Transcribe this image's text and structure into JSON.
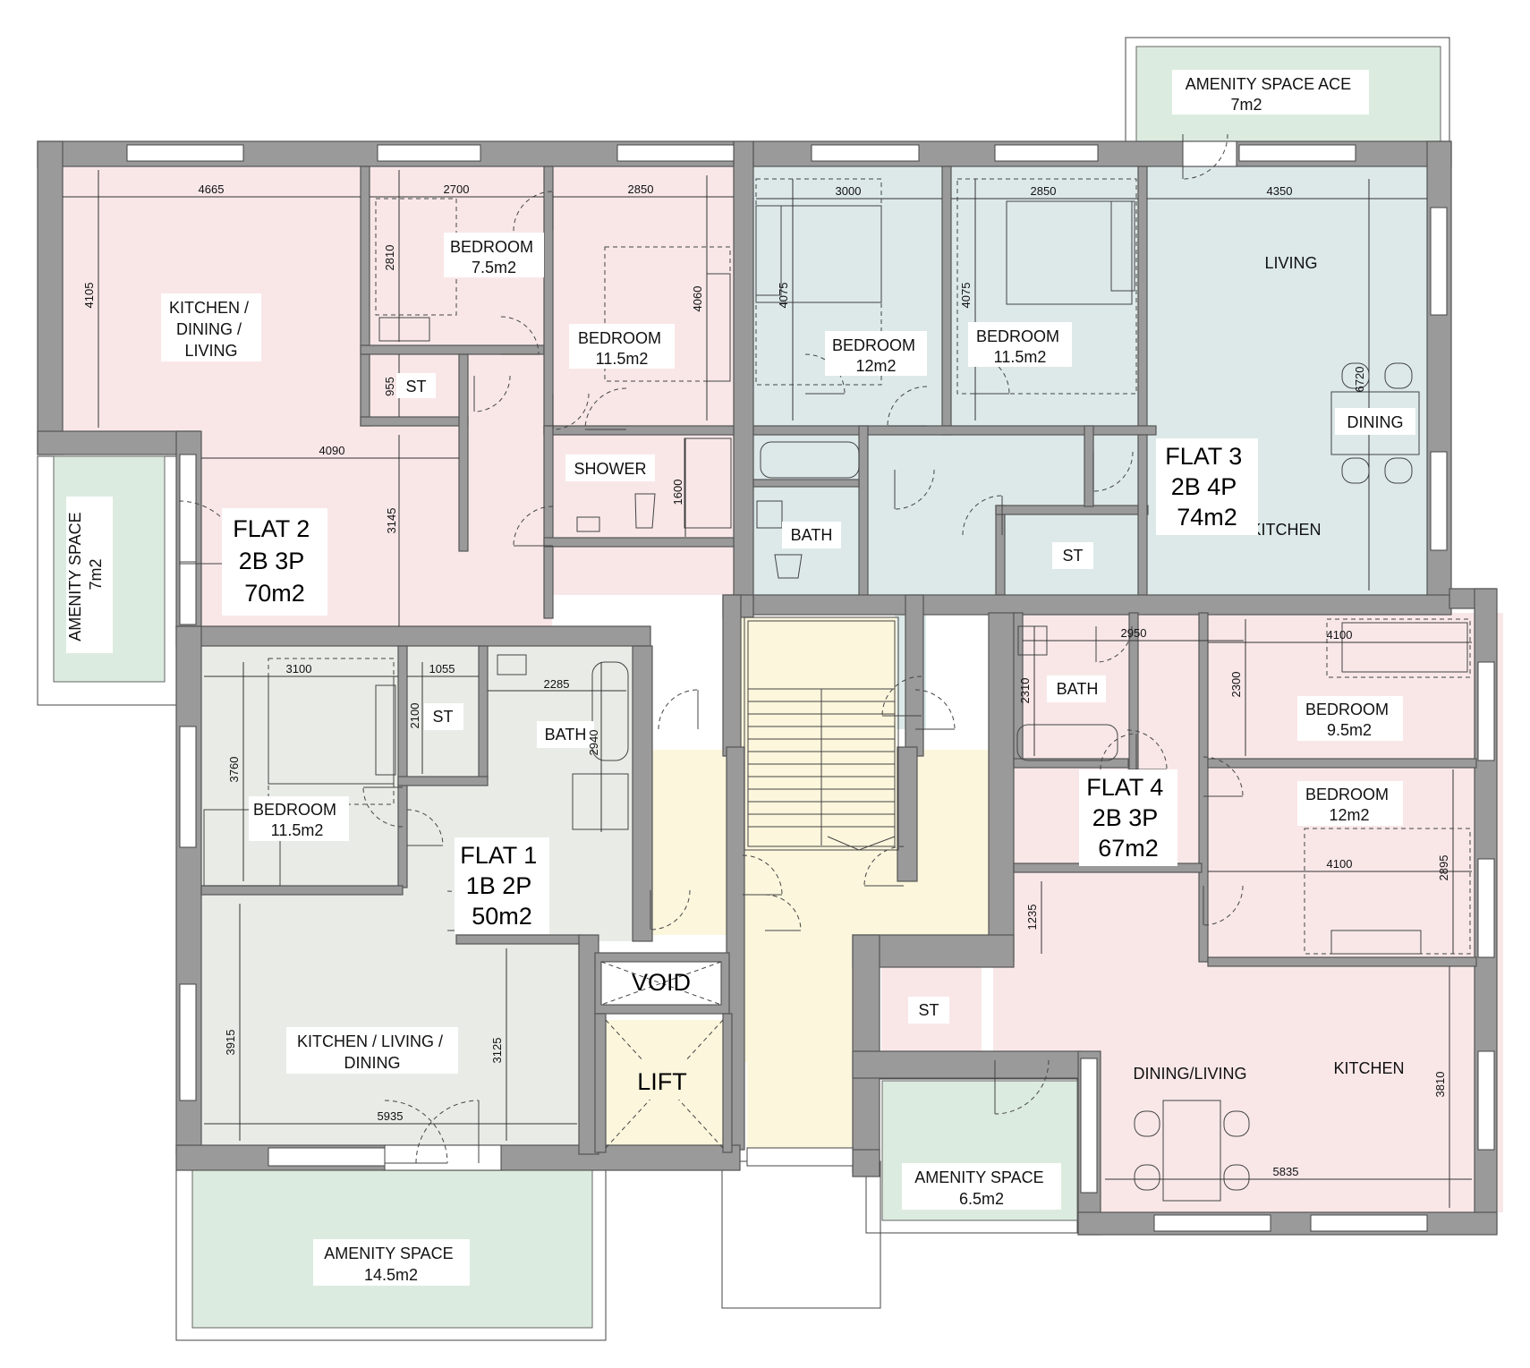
{
  "colors": {
    "flat1": "#e9ece6",
    "flat2": "#f9e7e8",
    "flat3": "#dde9e9",
    "flat4": "#f9e7e8",
    "core": "#fbf6dc",
    "amenity": "#dcebdf",
    "wall": "#9a9a9a"
  },
  "flats": [
    {
      "name": "FLAT 1",
      "type": "1B 2P",
      "area": "50m2"
    },
    {
      "name": "FLAT 2",
      "type": "2B 3P",
      "area": "70m2"
    },
    {
      "name": "FLAT 3",
      "type": "2B 4P",
      "area": "74m2"
    },
    {
      "name": "FLAT 4",
      "type": "2B 3P",
      "area": "67m2"
    }
  ],
  "rooms": {
    "f2_kdl": [
      "KITCHEN /",
      "DINING /",
      "LIVING"
    ],
    "f2_bed1": [
      "BEDROOM",
      "7.5m2"
    ],
    "f2_bed2": [
      "BEDROOM",
      "11.5m2"
    ],
    "f2_st": "ST",
    "f2_shower": "SHOWER",
    "f3_bed1": [
      "BEDROOM",
      "12m2"
    ],
    "f3_bed2": [
      "BEDROOM",
      "11.5m2"
    ],
    "f3_living": "LIVING",
    "f3_dining": "DINING",
    "f3_kitchen": "KITCHEN",
    "f3_bath": "BATH",
    "f3_st": "ST",
    "f1_bed": [
      "BEDROOM",
      "11.5m2"
    ],
    "f1_st": "ST",
    "f1_bath": "BATH",
    "f1_kld": [
      "KITCHEN / LIVING /",
      "DINING"
    ],
    "f4_bath": "BATH",
    "f4_bed1": [
      "BEDROOM",
      "9.5m2"
    ],
    "f4_bed2": [
      "BEDROOM",
      "12m2"
    ],
    "f4_st": "ST",
    "f4_dl": "DINING/LIVING",
    "f4_kitchen": "KITCHEN",
    "void": "VOID",
    "lift": "LIFT"
  },
  "amenity": {
    "top": [
      "AMENITY SPACE ACE",
      "7m2"
    ],
    "left": [
      "AMENITY SPACE",
      "7m2"
    ],
    "bottom_left": [
      "AMENITY SPACE",
      "14.5m2"
    ],
    "bottom_mid": [
      "AMENITY SPACE",
      "6.5m2"
    ]
  },
  "dimensions": {
    "f2_width": "4665",
    "f2_bed1_w": "2700",
    "f2_bed2_w": "2850",
    "f2_kdl_h": "4105",
    "f2_bed1_h": "2810",
    "f2_bed2_h": "4060",
    "f2_st_h": "955",
    "f2_hall_w": "4090",
    "f2_hall_h": "3145",
    "f2_shower_h": "1600",
    "f3_bed1_w": "3000",
    "f3_bed2_w": "2850",
    "f3_living_w": "4350",
    "f3_bed1_h": "4075",
    "f3_bed2_h": "4075",
    "f3_living_h": "6720",
    "f1_bed_w": "3100",
    "f1_st_w": "1055",
    "f1_bath_w": "2285",
    "f1_bed_h": "3760",
    "f1_st_h": "2100",
    "f1_bath_h": "2940",
    "f1_kld_h": "3915",
    "f1_kld_h2": "3125",
    "f1_kld_w": "5935",
    "f4_bath_w": "2950",
    "f4_bath_h": "2310",
    "f4_bed1_w": "4100",
    "f4_bed1_h": "2300",
    "f4_bed2_w": "4100",
    "f4_bed2_h": "2895",
    "f4_hall_h": "1235",
    "f4_kitchen_h": "3810",
    "f4_kitchen_w": "5835"
  }
}
